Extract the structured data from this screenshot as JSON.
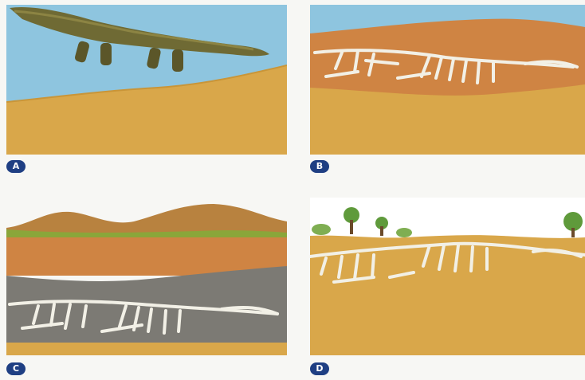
{
  "panels": [
    {
      "label": "A",
      "scene": "crocodile-walking-on-shore"
    },
    {
      "label": "B",
      "scene": "skeleton-buried-in-sediment"
    },
    {
      "label": "C",
      "scene": "fossil-in-rock-layers-under-hills"
    },
    {
      "label": "D",
      "scene": "fossil-exposed-by-erosion"
    }
  ],
  "colors": {
    "water": "#8ec5df",
    "sand": "#d9a74a",
    "sediment_orange": "#cf8443",
    "rock_gray": "#7c7a74",
    "bone": "#f2f0e6",
    "badge": "#1f3f83",
    "sky": "#ffffff",
    "hill": "#b8823f",
    "grass": "#8aa63a",
    "tree": "#5f9a3b"
  }
}
